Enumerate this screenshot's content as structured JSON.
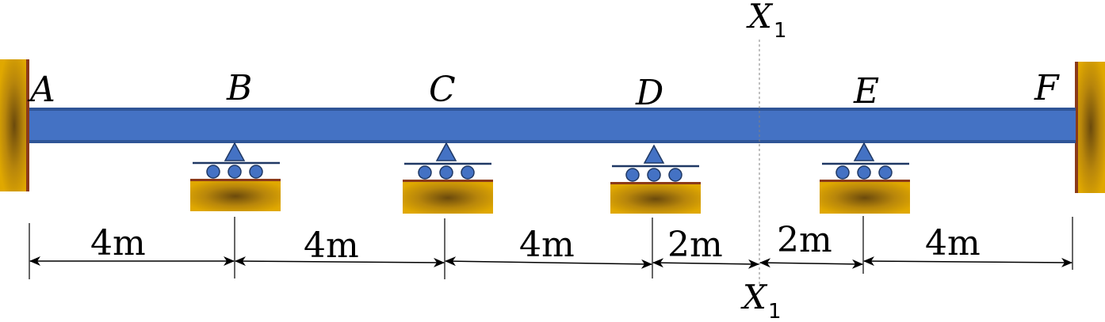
{
  "points": [
    "A",
    "B",
    "C",
    "D",
    "E",
    "F"
  ],
  "spans": [
    "4m",
    "4m",
    "4m",
    "2m",
    "2m",
    "4m"
  ],
  "section": {
    "letter": "X",
    "subscript": "1"
  },
  "colors": {
    "beam": "#4472C4",
    "beam_edge": "#2F5597",
    "support_fill": "#4472C4",
    "ground": "#D4A017",
    "ground_dark": "#7A5A10",
    "ground_edge": "#8B3A1A"
  }
}
